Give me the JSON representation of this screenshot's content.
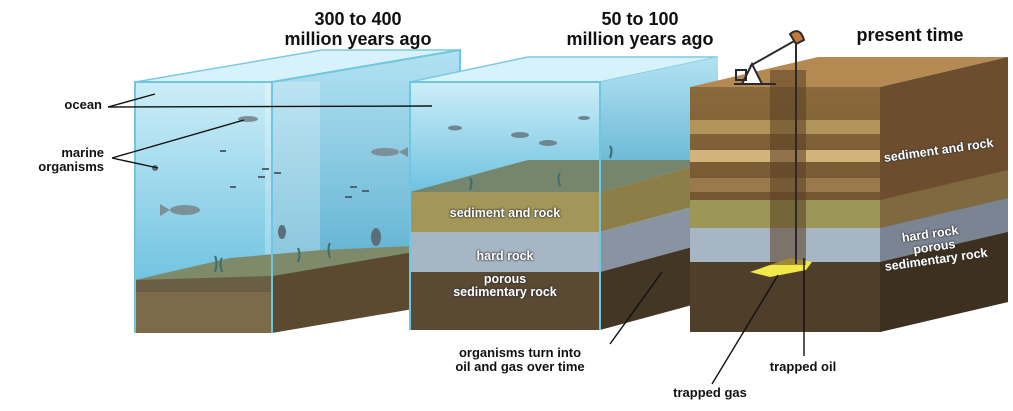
{
  "headings": {
    "block1": [
      "300 to 400",
      "million years ago"
    ],
    "block2": [
      "50 to 100",
      "million years ago"
    ],
    "block3": "present time"
  },
  "left_labels": {
    "ocean": "ocean",
    "marine_organisms": [
      "marine",
      "organisms"
    ]
  },
  "layers": {
    "block2": {
      "sediment": "sediment and rock",
      "hard": "hard rock",
      "porous": [
        "porous",
        "sedimentary rock"
      ]
    },
    "block3": {
      "sediment": "sediment and rock",
      "hard": "hard rock",
      "porous": [
        "porous",
        "sedimentary rock"
      ]
    }
  },
  "callouts": {
    "organisms_turn": [
      "organisms turn into",
      "oil and gas over time"
    ],
    "trapped_oil": "trapped oil",
    "trapped_gas": "trapped gas"
  },
  "colors": {
    "water": "#9fd8ec",
    "water_deep": "#5fb8d8",
    "seabed": "#6e6a4e",
    "sediment": "#a59a5c",
    "hard_rock": "#aab8c6",
    "porous_rock": "#5a4c36",
    "rock_dark": "#4a3a26",
    "oil": "#f2e84a",
    "derrick": "#2a2a2a"
  }
}
